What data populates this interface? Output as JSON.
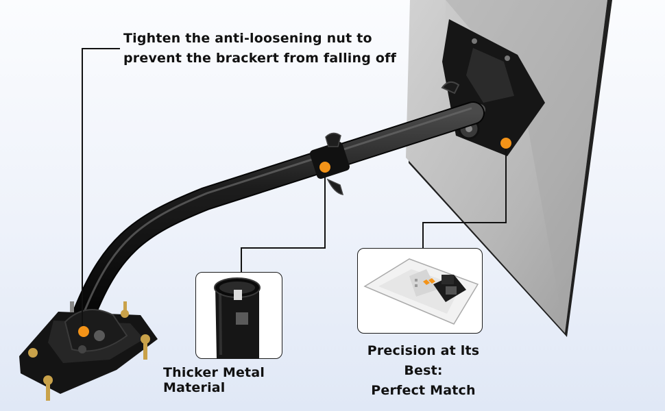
{
  "callouts": {
    "top_note_line1": "Tighten the anti-loosening nut to",
    "top_note_line2": "prevent the brackert from falling off",
    "thick_label": "Thicker Metal Material",
    "precision_line1": "Precision at lts Best:",
    "precision_line2": "Perfect Match"
  },
  "colors": {
    "accent_dot": "#f39318",
    "bracket_black": "#151515",
    "panel_gray": "#bdbdbd"
  }
}
